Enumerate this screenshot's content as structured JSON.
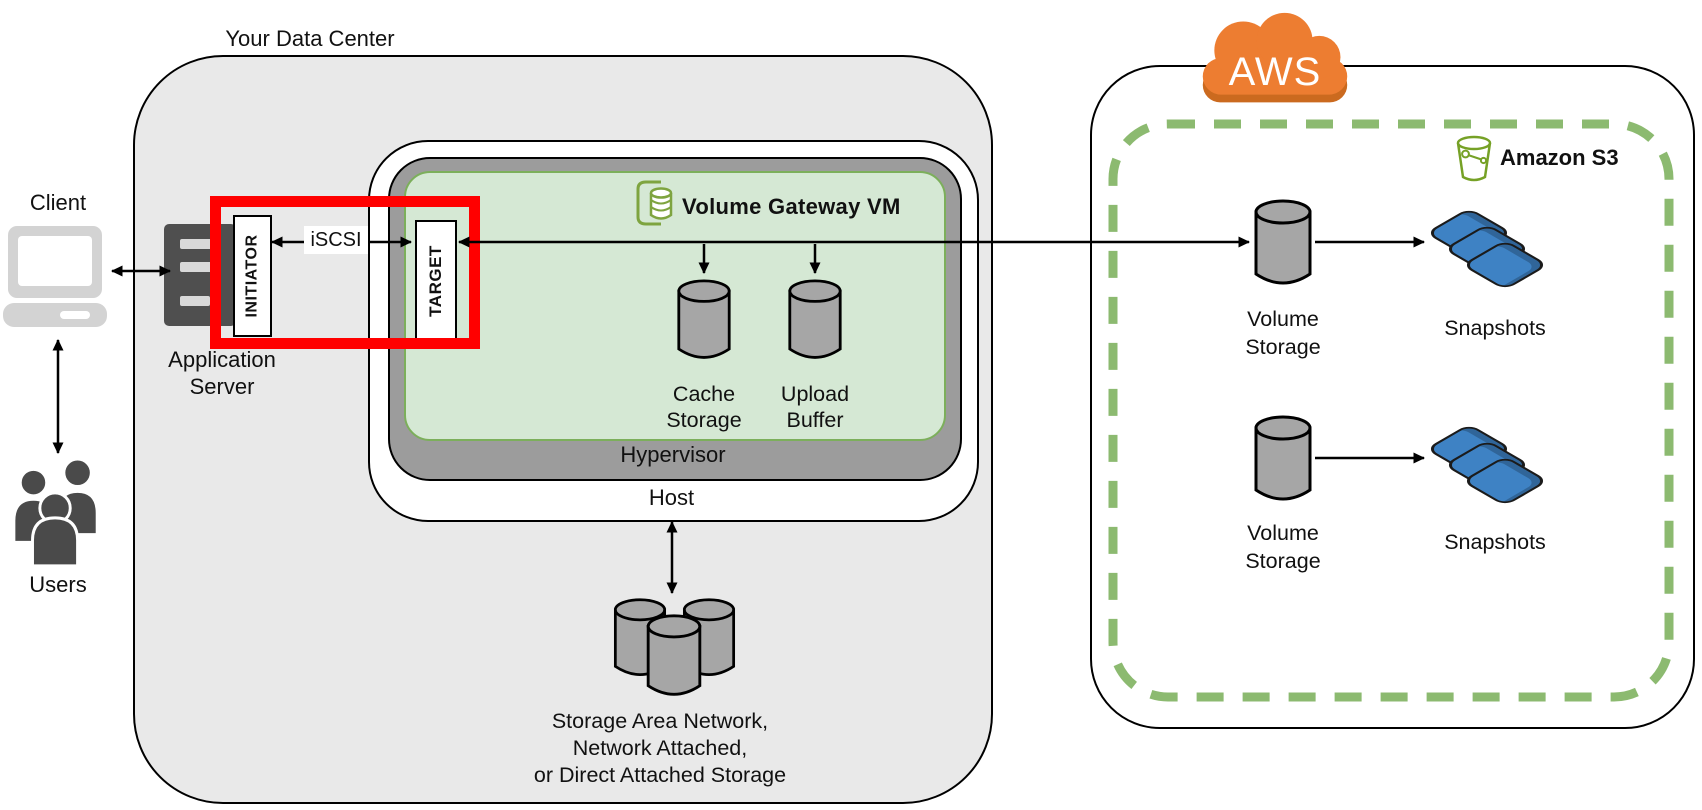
{
  "colors": {
    "datacenter_fill": "#E9E9E9",
    "hypervisor_fill": "#9C9C9C",
    "vm_fill": "#D5E8D4",
    "vm_green": "#7CAF5B",
    "cylinder_gray": "#A6A6A6",
    "highlight_red": "#FF0000",
    "aws_orange": "#ED7D31",
    "aws_orange_dark": "#CB6A1F",
    "dash_green": "#8CBA70",
    "s3_green": "#76A126",
    "snapshot_blue": "#3E82C4",
    "dark_icon_gray": "#4F4F4F",
    "light_icon_gray": "#D3D3D3"
  },
  "datacenter": {
    "title": "Your Data Center",
    "client_label": "Client",
    "users_label": "Users",
    "app_server_label": "Application\nServer",
    "initiator_label": "INITIATOR",
    "iscsi_label": "iSCSI",
    "san_label": "Storage Area Network,\nNetwork Attached,\nor Direct Attached Storage"
  },
  "host": {
    "label": "Host",
    "hypervisor_label": "Hypervisor",
    "vm": {
      "title": "Volume Gateway VM",
      "target_label": "TARGET",
      "cache_label": "Cache\nStorage",
      "upload_label": "Upload\nBuffer"
    }
  },
  "aws": {
    "cloud_label": "AWS",
    "s3_label": "Amazon S3",
    "rows": [
      {
        "volume_label": "Volume\nStorage",
        "snapshot_label": "Snapshots"
      },
      {
        "volume_label": "Volume\nStorage",
        "snapshot_label": "Snapshots"
      }
    ]
  }
}
